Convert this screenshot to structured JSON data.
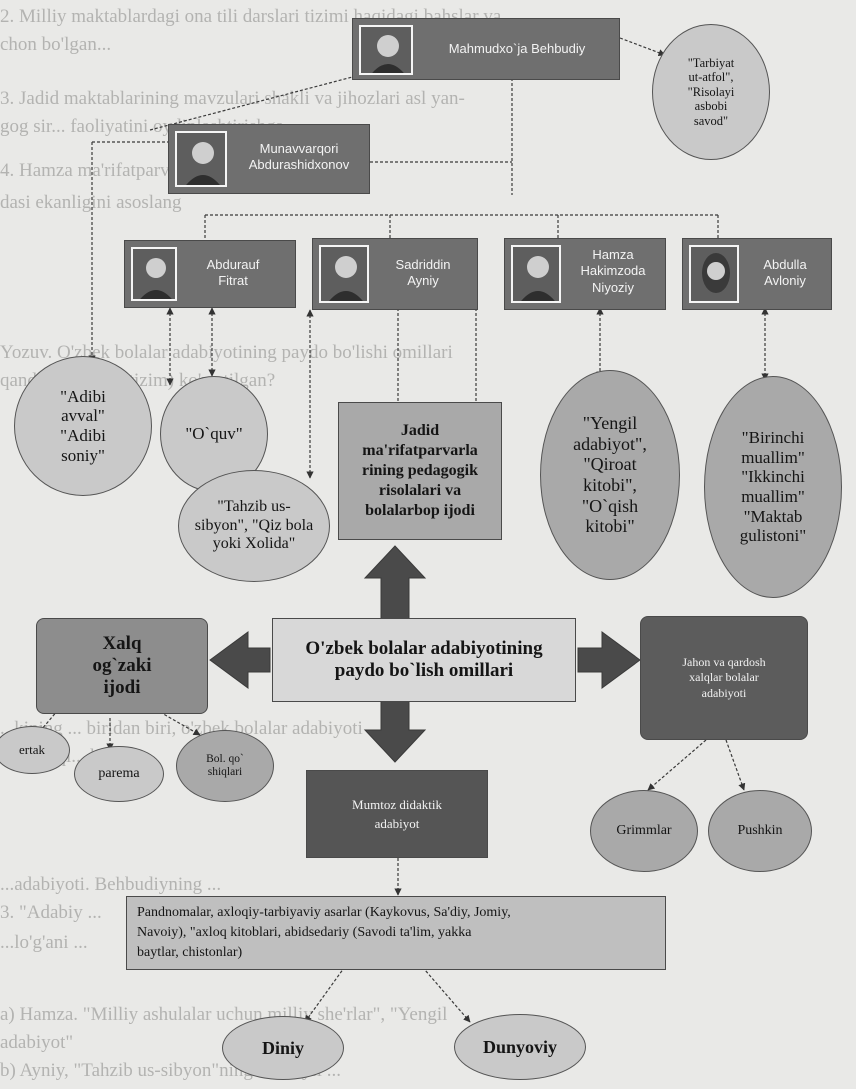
{
  "people": {
    "behbudiy": "Mahmudxo`ja Behbudiy",
    "munavvar_1": "Munavvarqori",
    "munavvar_2": "Abdurashidxonov",
    "fitrat_1": "Abdurauf",
    "fitrat_2": "Fitrat",
    "ayniy_1": "Sadriddin",
    "ayniy_2": "Ayniy",
    "hamza_1": "Hamza",
    "hamza_2": "Hakimzoda",
    "hamza_3": "Niyoziy",
    "avloniy_1": "Abdulla",
    "avloniy_2": "Avloniy"
  },
  "works": {
    "behbudiy": [
      "\"Tarbiyat",
      "ut-atfol\",",
      "\"Risolayi",
      "asbobi",
      "savod\""
    ],
    "munavvar": [
      "\"Adibi",
      "avval\"",
      "\"Adibi",
      "soniy\""
    ],
    "fitrat": "\"O`quv\"",
    "ayniy": [
      "\"Tahzib us-",
      "sibyon\", \"Qiz bola",
      "yoki Xolida\""
    ],
    "hamza": [
      "\"Yengil",
      "adabiyot\",",
      "\"Qiroat",
      "kitobi\",",
      "\"O`qish",
      "kitobi\""
    ],
    "avloniy": [
      "\"Birinchi",
      "muallim\"",
      "\"Ikkinchi",
      "muallim\"",
      "\"Maktab",
      "gulistoni\""
    ]
  },
  "jadid_box": [
    "Jadid",
    "ma'rifatparvarla",
    "rining pedagogik",
    "risolalari va",
    "bolalarbop ijodi"
  ],
  "center": [
    "O'zbek bolalar adabiyotining",
    "paydo bo`lish omillari"
  ],
  "folk": {
    "title": [
      "Xalq",
      "og`zaki",
      "ijodi"
    ],
    "ertak": "ertak",
    "parema": "parema",
    "bolalar_1": "Bol. qo`",
    "bolalar_2": "shiqlari"
  },
  "foreign": {
    "title": [
      "Jahon va qardosh",
      "xalqlar bolalar",
      "adabiyoti"
    ],
    "grimm": "Grimmlar",
    "pushkin": "Pushkin"
  },
  "didactic": [
    "Mumtoz didaktik",
    "adabiyot"
  ],
  "pandnoma": [
    "Pandnomalar, axloqiy-tarbiyaviy asarlar (Kaykovus, Sa'diy, Jomiy,",
    "Navoiy), \"axloq kitoblari, abidsedariy (Savodi ta'lim, yakka",
    "baytlar, chistonlar)"
  ],
  "religious": "Diniy",
  "secular": "Dunyoviy",
  "background_lines": [
    "2. Milliy maktablardagi ona tili darslari tizimi haqidagi bahslar va",
    "chon bo'lgan...",
    "3. Jadid maktablarining mavzulari shakli va jihozlari asl yan-",
    "gog sir... faoliyatini oydinlashtirishga ...",
    "4. Hamza ma'rifatparvarligi. Ayniy ...",
    "dasi ekanligini asoslang",
    "",
    "",
    "",
    "",
    "",
    "",
    "Yozuv. O'zbek bolalar adabiyotining paydo bo'lishi omillari",
    "qanday shaklda (tizim) ko'rsatilgan?",
    "",
    "",
    "",
    "",
    "",
    "",
    "",
    "",
    "",
    "",
    "",
    "",
    "",
    "...kining ... biridan biri, o'zbek bolalar adabiyoti ...",
    "...gamoqi... bolalar...",
    "",
    "",
    "",
    "",
    "...adabiyoti. Behbudiyning ...",
    "3. \"Adabiy ...",
    "...lo'g'ani ...",
    "a) Hamza. \"Milliy ashulalar uchun milliy she'rlar\", \"Yengil",
    "adabiyot\"",
    "b) Ayniy, \"Tahzib us-sibyon\"ning 1901-yil ..."
  ]
}
